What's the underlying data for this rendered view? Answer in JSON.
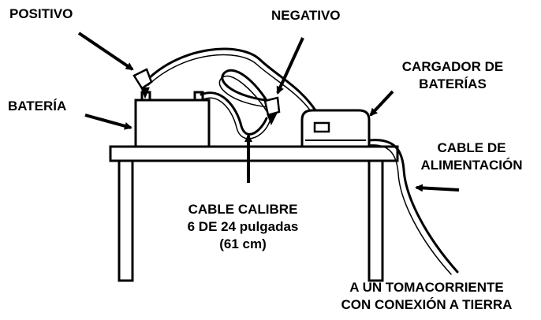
{
  "labels": {
    "positive": "POSITIVO",
    "negative": "NEGATIVO",
    "battery": "BATERÍA",
    "charger": [
      "CARGADOR DE",
      "BATERÍAS"
    ],
    "power_cord": [
      "CABLE DE",
      "ALIMENTACIÓN"
    ],
    "gauge_cable": [
      "CABLE CALIBRE",
      "6 DE 24 pulgadas",
      "(61 cm)"
    ],
    "outlet": [
      "A UN TOMACORRIENTE",
      "CON CONEXIÓN A TIERRA"
    ]
  },
  "colors": {
    "ink": "#000000",
    "background": "#ffffff"
  }
}
